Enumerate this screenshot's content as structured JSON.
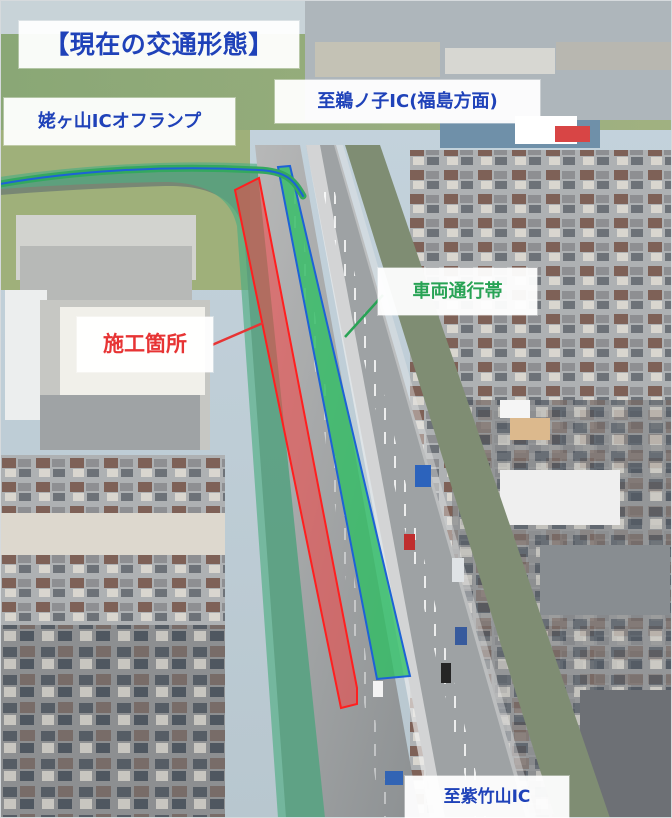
{
  "labels": {
    "title": "【現在の交通形態】",
    "north_direction": "至鵜ノ子IC(福島方面)",
    "onramp": "姥ヶ山ICオフランプ",
    "lane_zone": "車両通行帯",
    "work_zone": "施工箇所",
    "south_direction": "至紫竹山IC"
  },
  "colors": {
    "label_blue": "#1f42b9",
    "lane_green": "#28a355",
    "work_red": "#e73434"
  }
}
